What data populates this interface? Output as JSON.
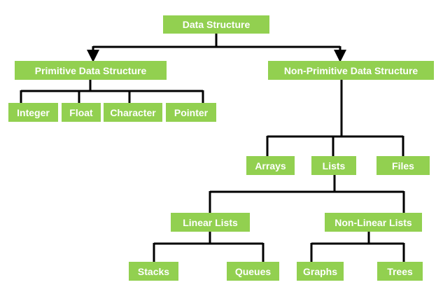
{
  "nodes": {
    "root": "Data Structure",
    "primitive": "Primitive Data Structure",
    "non_primitive": "Non-Primitive Data Structure",
    "integer": "Integer",
    "float": "Float",
    "character": "Character",
    "pointer": "Pointer",
    "arrays": "Arrays",
    "lists": "Lists",
    "files": "Files",
    "linear_lists": "Linear Lists",
    "non_linear_lists": "Non-Linear Lists",
    "stacks": "Stacks",
    "queues": "Queues",
    "graphs": "Graphs",
    "trees": "Trees"
  },
  "colors": {
    "node_fill": "#92d050",
    "node_text": "#ffffff",
    "connector": "#000000"
  }
}
